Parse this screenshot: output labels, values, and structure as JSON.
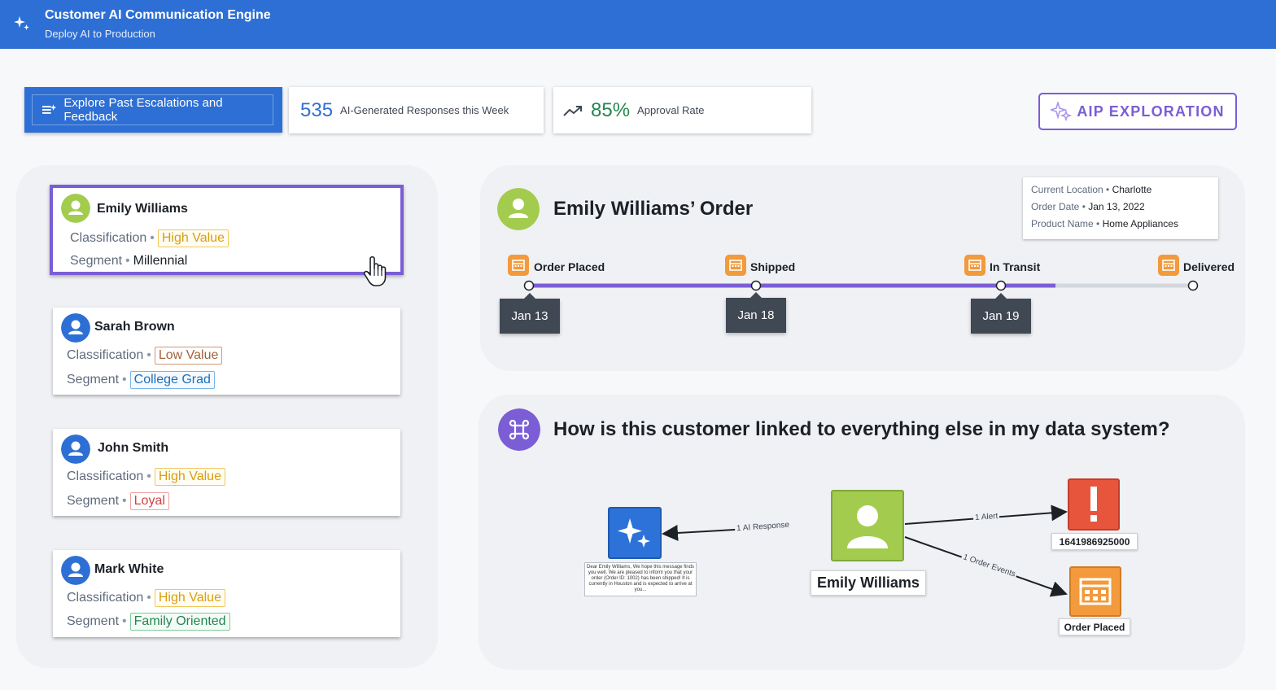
{
  "header": {
    "title": "Customer AI Communication Engine",
    "subtitle": "Deploy AI to Production"
  },
  "toolbar": {
    "explore_label": "Explore Past Escalations and Feedback",
    "responses_count": "535",
    "responses_label": "AI-Generated Responses this Week",
    "approval_value": "85%",
    "approval_label": "Approval Rate",
    "aip_label": "AIP EXPLORATION"
  },
  "customers": [
    {
      "name": "Emily Williams",
      "classification_label": "Classification",
      "classification": "High Value",
      "segment_label": "Segment",
      "segment": "Millennial",
      "selected": true
    },
    {
      "name": "Sarah Brown",
      "classification_label": "Classification",
      "classification": "Low Value",
      "segment_label": "Segment",
      "segment": "College Grad"
    },
    {
      "name": "John Smith",
      "classification_label": "Classification",
      "classification": "High Value",
      "segment_label": "Segment",
      "segment": "Loyal"
    },
    {
      "name": "Mark White",
      "classification_label": "Classification",
      "classification": "High Value",
      "segment_label": "Segment",
      "segment": "Family Oriented"
    }
  ],
  "order": {
    "title": "Emily Williams’ Order",
    "info": {
      "location_label": "Current Location",
      "location": "Charlotte",
      "date_label": "Order Date",
      "date": "Jan 13, 2022",
      "product_label": "Product Name",
      "product": "Home Appliances"
    },
    "progress": 0.75,
    "steps": [
      {
        "label": "Order Placed",
        "date": "Jan 13"
      },
      {
        "label": "Shipped",
        "date": "Jan 18"
      },
      {
        "label": "In Transit",
        "date": "Jan 19"
      },
      {
        "label": "Delivered",
        "date": ""
      }
    ]
  },
  "graph": {
    "question": "How is this customer linked to everything else in my data system?",
    "center_label": "Emily Williams",
    "ai_response_edge": "1 AI Response",
    "ai_response_snippet": "Dear Emily Williams, We hope this message finds you well. We are pleased to inform you that your order (Order ID: 1002) has been shipped! It is currently in Houston and is expected to arrive at you...",
    "alert_edge": "1 Alert",
    "alert_label": "1641986925000",
    "order_edge": "1 Order Events",
    "order_label": "Order Placed"
  },
  "colors": {
    "header": "#2d6fd4",
    "accent_purple": "#7b5ed6",
    "avatar_green": "#a3cc4f",
    "avatar_blue": "#2d6fd4",
    "step_orange": "#f29a3c",
    "alert_red": "#e8553d"
  },
  "icons": {
    "header": "sparkle-icon",
    "explore": "list-add-icon",
    "approval": "trend-up-icon",
    "aip": "sparkle-icon",
    "customer": "person-icon",
    "step": "calendar-icon",
    "graph": "command-icon",
    "alert": "exclamation-icon"
  }
}
